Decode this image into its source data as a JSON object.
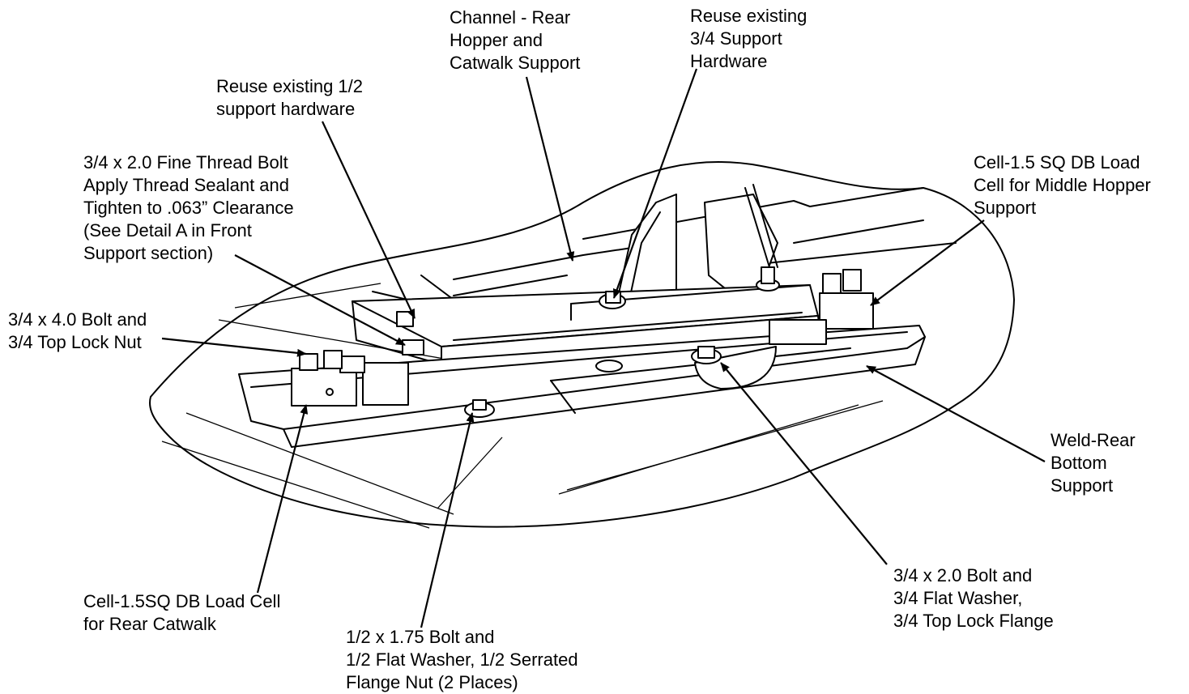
{
  "callouts": [
    {
      "id": "channel-rear",
      "lines": [
        "Channel - Rear",
        "Hopper and",
        "Catwalk Support"
      ]
    },
    {
      "id": "reuse-3-4",
      "lines": [
        "Reuse existing",
        "3/4 Support",
        "Hardware"
      ]
    },
    {
      "id": "reuse-1-2",
      "lines": [
        "Reuse existing 1/2",
        "support hardware"
      ]
    },
    {
      "id": "fine-thread-bolt",
      "lines": [
        "3/4 x 2.0 Fine Thread Bolt",
        "Apply Thread Sealant and",
        "Tighten to .063” Clearance",
        "(See Detail A in Front",
        "Support section)"
      ]
    },
    {
      "id": "cell-middle",
      "lines": [
        "Cell-1.5 SQ DB Load",
        "Cell for Middle Hopper",
        "Support"
      ]
    },
    {
      "id": "bolt-4-0",
      "lines": [
        "3/4 x 4.0 Bolt and",
        "3/4 Top Lock Nut"
      ]
    },
    {
      "id": "weld-rear",
      "lines": [
        "Weld-Rear",
        "Bottom",
        "Support"
      ]
    },
    {
      "id": "cell-rear-catwalk",
      "lines": [
        "Cell-1.5SQ DB Load Cell",
        "for Rear Catwalk"
      ]
    },
    {
      "id": "bolt-1-75",
      "lines": [
        "1/2 x 1.75 Bolt and",
        "1/2 Flat Washer, 1/2 Serrated",
        "Flange Nut (2 Places)"
      ]
    },
    {
      "id": "bolt-2-0",
      "lines": [
        "3/4 x 2.0 Bolt and",
        "3/4 Flat Washer,",
        "3/4 Top Lock Flange"
      ]
    }
  ]
}
